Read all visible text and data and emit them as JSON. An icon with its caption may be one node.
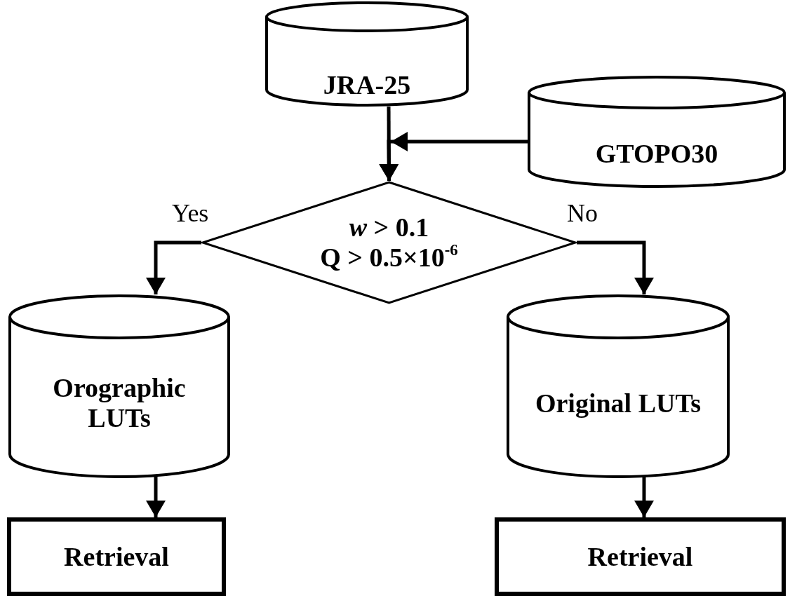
{
  "diagram": {
    "nodes": [
      {
        "text": [
          "JRA-25"
        ]
      },
      {
        "text": [
          "GTOPO30"
        ]
      },
      {
        "text": [
          "*w* > 0.1",
          "Q > 0.5×10$^{-6}$"
        ]
      },
      {
        "text": [
          "Orographic LUTs"
        ]
      },
      {
        "text": [
          "Original LUTs"
        ]
      },
      {
        "text": [
          "Retrieval"
        ]
      },
      {
        "text": [
          "Retrieval"
        ]
      }
    ],
    "edges": [
      {
        "from": 0,
        "to": 2,
        "arrow": "to"
      },
      {
        "from": 1,
        "to": 2,
        "arrow": "to"
      },
      {
        "from": 2,
        "to": 3,
        "arrow": "to",
        "label": "Yes"
      },
      {
        "from": 2,
        "to": 4,
        "arrow": "to",
        "label": "No"
      },
      {
        "from": 3,
        "to": 5,
        "arrow": "to"
      },
      {
        "from": 4,
        "to": 6,
        "arrow": "to"
      }
    ]
  }
}
